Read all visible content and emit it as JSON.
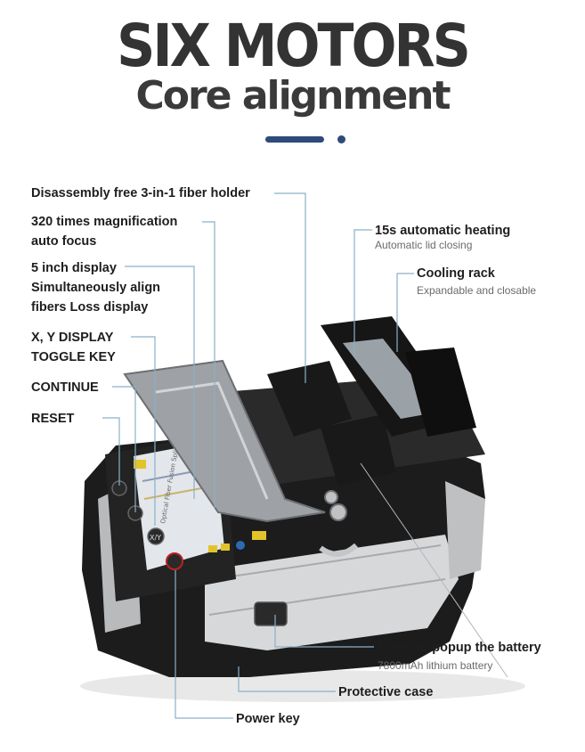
{
  "title": "SIX MOTORS",
  "subtitle": "Core alignment",
  "callouts": {
    "fiber_holder": "Disassembly free 3-in-1 fiber holder",
    "magnification_l1": "320 times magnification",
    "magnification_l2": "auto focus",
    "display_l1": "5 inch display",
    "display_l2": "Simultaneously align",
    "display_l3": "fibers Loss display",
    "xy_l1": "X, Y DISPLAY",
    "xy_l2": "TOGGLE KEY",
    "continue": "CONTINUE",
    "reset": "RESET",
    "heating": "15s automatic heating",
    "heating_sub": "Automatic lid closing",
    "cooling": "Cooling rack",
    "cooling_sub": "Expandable and closable",
    "battery": "Press to popup the battery",
    "battery_sub": "7800mAh lithium battery",
    "case": "Protective case",
    "power": "Power key"
  },
  "device": {
    "key_xy": "X/Y",
    "screen_brand": "Optical Fiber Fusion Splicer"
  },
  "colors": {
    "title": "#333333",
    "accent": "#2e4a7a",
    "leader": "#8ab0c8",
    "device_dark": "#1a1a1a",
    "device_silver": "#c8c9cb"
  }
}
